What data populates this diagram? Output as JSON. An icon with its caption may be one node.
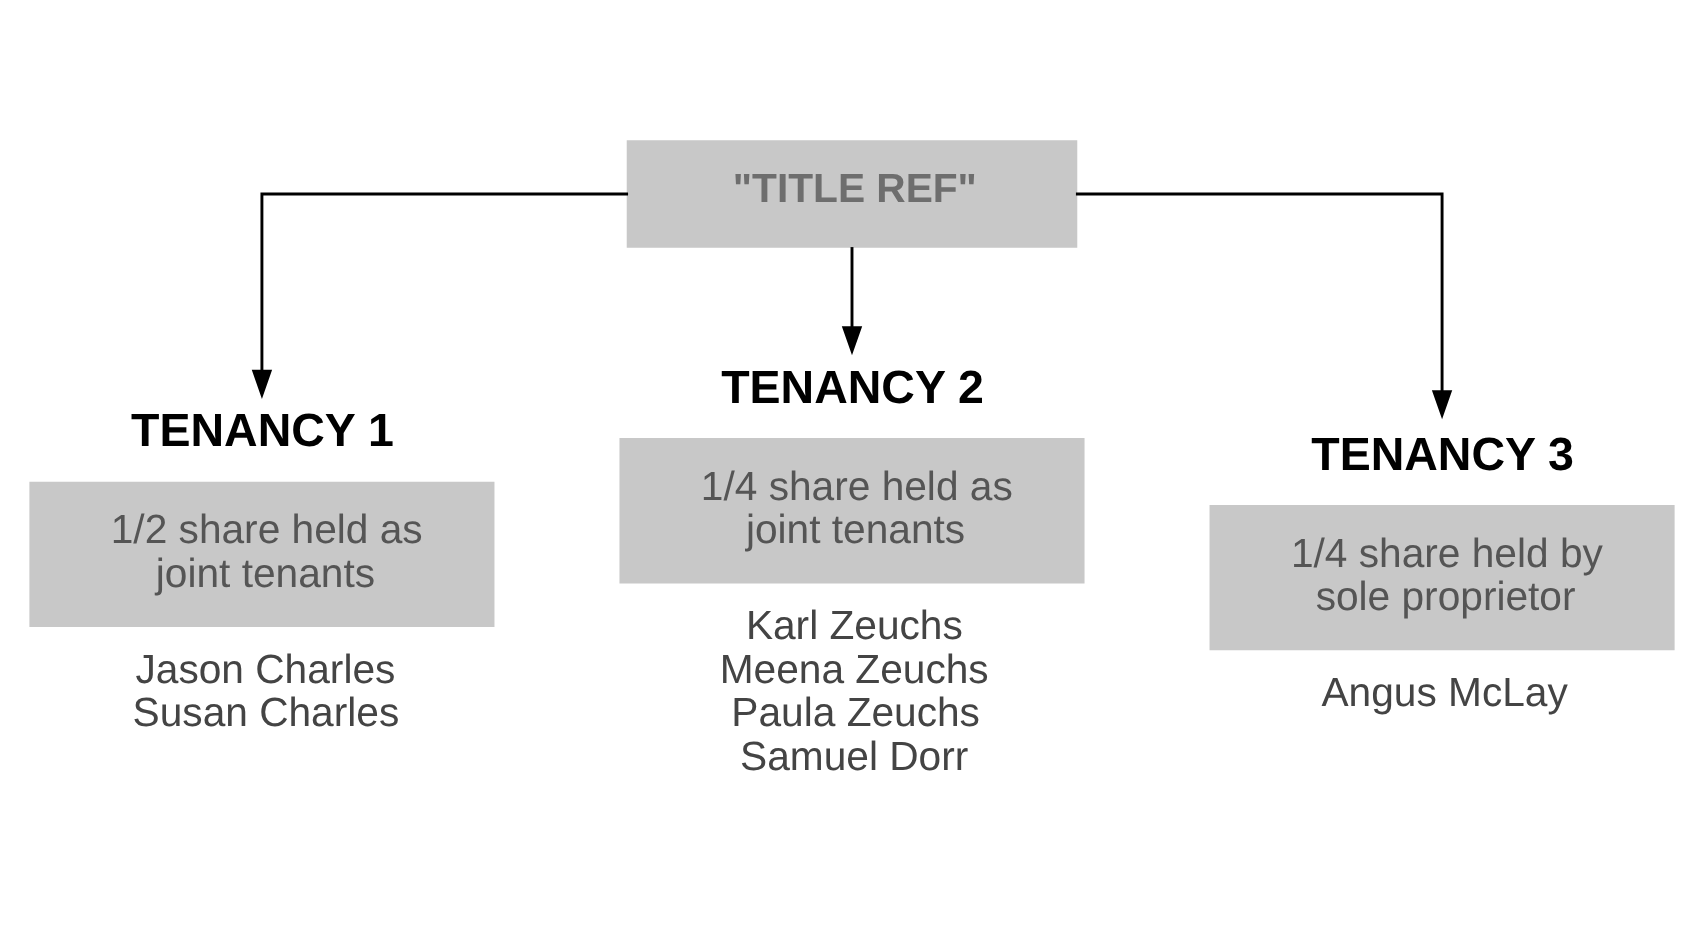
{
  "diagram": {
    "nodes": [
      {
        "text": [
          "\"TITLE REF\""
        ]
      },
      {
        "text": [
          "TENANCY 1",
          "1/2 share held as joint tenants"
        ],
        "beside": [
          "Jason Charles",
          "Susan Charles"
        ]
      },
      {
        "text": [
          "TENANCY 2",
          "1/4 share held as joint tenants"
        ],
        "beside": [
          "Karl Zeuchs",
          "Meena Zeuchs",
          "Paula Zeuchs",
          "Samuel Dorr"
        ]
      },
      {
        "text": [
          "TENANCY 3",
          "1/4 share held by sole proprietor"
        ],
        "beside": [
          "Angus McLay"
        ]
      }
    ],
    "edges": [
      {
        "from": 0,
        "to": 1,
        "arrow": "to"
      },
      {
        "from": 0,
        "to": 2,
        "arrow": "to"
      },
      {
        "from": 0,
        "to": 3,
        "arrow": "to"
      }
    ]
  }
}
